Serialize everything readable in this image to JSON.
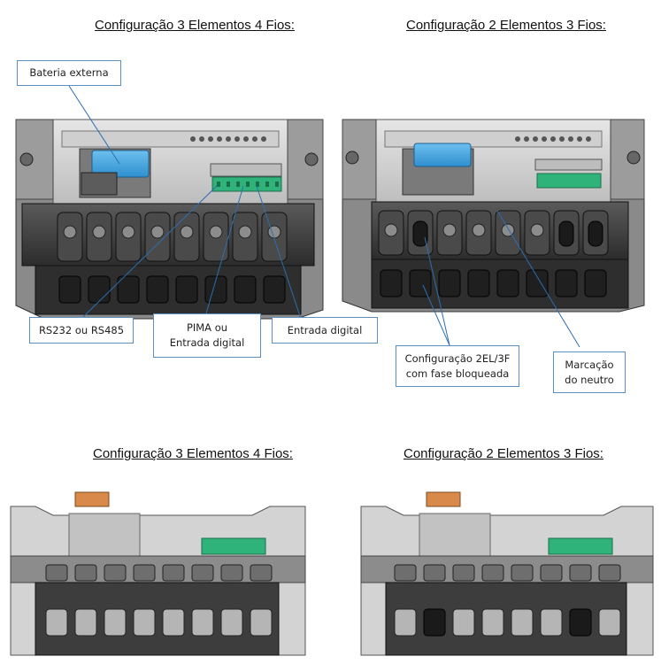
{
  "titles": {
    "top_left": "Configuração 3 Elementos 4 Fios:",
    "top_right": "Configuração 2 Elementos 3 Fios:",
    "bottom_left": "Configuração 3 Elementos 4 Fios:",
    "bottom_right": "Configuração 2 Elementos 3 Fios:"
  },
  "callouts": {
    "bateria": "Bateria externa",
    "rs232": "RS232 ou RS485",
    "pima_line1": "PIMA ou",
    "pima_line2": "Entrada digital",
    "entrada": "Entrada digital",
    "config_line1": "Configuração 2EL/3F",
    "config_line2": "com fase bloqueada",
    "marcacao_line1": "Marcação",
    "marcacao_line2": "do neutro"
  },
  "colors": {
    "callout_border": "#5b8fbf",
    "leader_line": "#2a6fb0",
    "battery_blue": "#3f9fd9",
    "connector_green": "#2fb37a",
    "orange_tab": "#d98a4a",
    "housing_dark": "#3a3a3a",
    "housing_mid": "#6b6b6b",
    "housing_light": "#d9d9d9"
  }
}
